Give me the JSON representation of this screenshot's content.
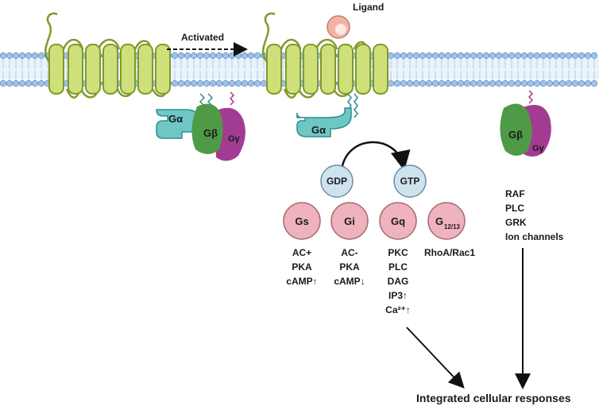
{
  "ligand_label": "Ligand",
  "activated_label": "Activated",
  "subunits": {
    "alpha": "Gα",
    "beta": "Gβ",
    "gamma": "Gγ"
  },
  "nucleotides": {
    "gdp": "GDP",
    "gtp": "GTP"
  },
  "g_proteins": [
    {
      "label": "Gs",
      "effects": [
        "AC+",
        "PKA",
        "cAMP↑"
      ]
    },
    {
      "label": "Gi",
      "effects": [
        "AC-",
        "PKA",
        "cAMP↓"
      ]
    },
    {
      "label": "Gq",
      "effects": [
        "PKC",
        "PLC",
        "DAG",
        "IP3↑",
        "Ca²⁺↑"
      ]
    },
    {
      "label_main": "G",
      "label_sub": "12/13",
      "effects": [
        "RhoA/Rac1"
      ]
    }
  ],
  "beta_gamma_effectors": [
    "RAF",
    "PLC",
    "GRK",
    "Ion channels"
  ],
  "outcome": "Integrated cellular responses",
  "colors": {
    "membrane_head": "#9fc2ea",
    "membrane_tail": "#b9d3f0",
    "receptor": "#cfe07a",
    "g_alpha": "#6ec7c4",
    "g_beta": "#4f9a46",
    "g_gamma": "#a23c93",
    "nucleotide": "#cfe3ef",
    "g_protein": "#efb3bd",
    "ligand": "#f2b3a6"
  }
}
